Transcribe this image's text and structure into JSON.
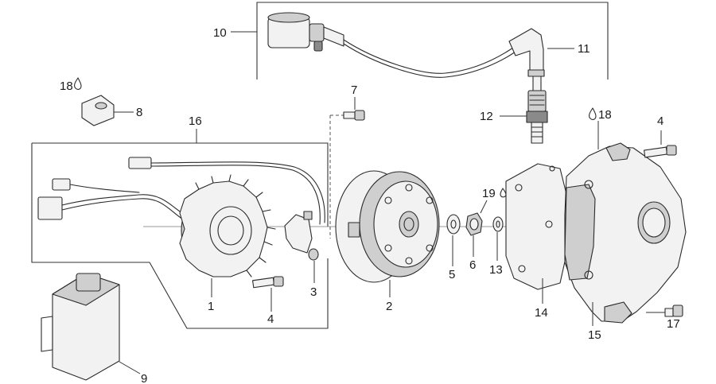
{
  "callouts": {
    "n1": "1",
    "n2": "2",
    "n3": "3",
    "n4a": "4",
    "n4b": "4",
    "n5": "5",
    "n6": "6",
    "n7": "7",
    "n8": "8",
    "n9": "9",
    "n10": "10",
    "n11": "11",
    "n12": "12",
    "n13": "13",
    "n14": "14",
    "n15": "15",
    "n16": "16",
    "n17": "17",
    "n18a": "18",
    "n18b": "18",
    "n19": "19"
  },
  "icons": {
    "lubricant": "oil-drop-icon"
  }
}
